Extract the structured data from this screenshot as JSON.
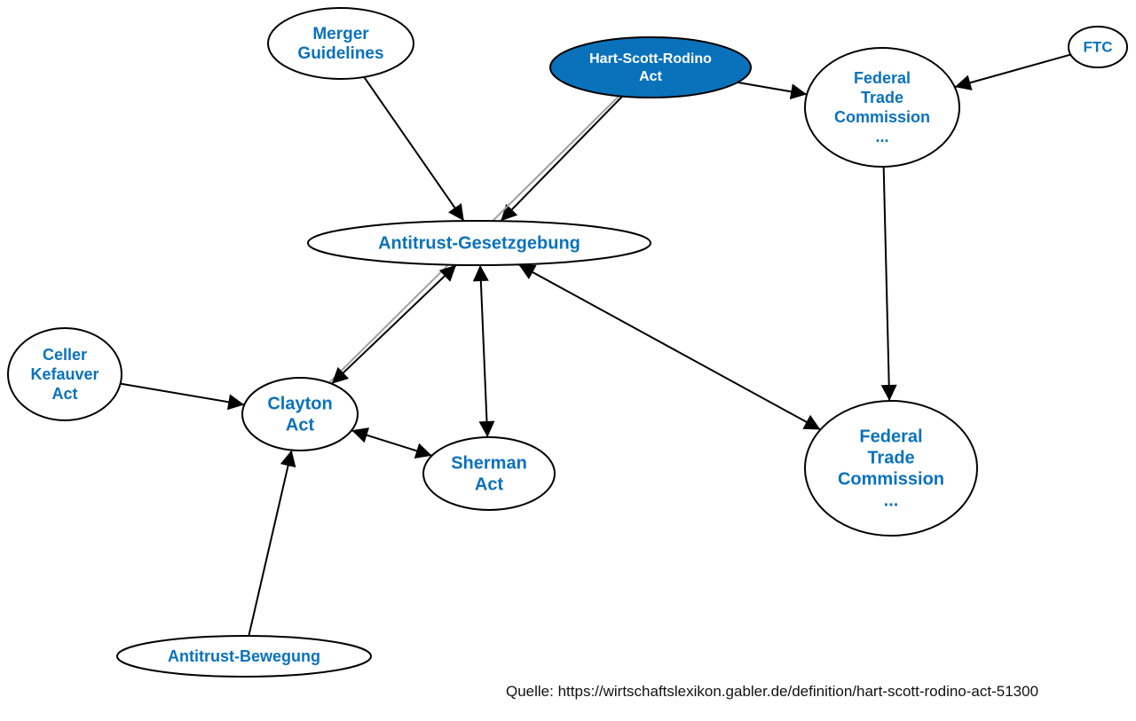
{
  "diagram": {
    "colors": {
      "node_text": "#0a72bb",
      "highlight_fill": "#0a72bb",
      "highlight_text": "#ffffff",
      "edge": "#000000",
      "edge_gray": "#a0a0a0",
      "node_fill": "#ffffff"
    },
    "nodes": [
      {
        "id": "merger",
        "lines": [
          "Merger",
          "Guidelines"
        ],
        "highlight": false
      },
      {
        "id": "hsr",
        "lines": [
          "Hart-Scott-Rodino",
          "Act"
        ],
        "highlight": true
      },
      {
        "id": "ftc_top",
        "lines": [
          "Federal",
          "Trade",
          "Commission",
          "..."
        ],
        "highlight": false
      },
      {
        "id": "ftc_abbr",
        "lines": [
          "FTC"
        ],
        "highlight": false
      },
      {
        "id": "antitrust_gesetz",
        "lines": [
          "Antitrust-Gesetzgebung"
        ],
        "highlight": false
      },
      {
        "id": "celler",
        "lines": [
          "Celler",
          "Kefauver",
          "Act"
        ],
        "highlight": false
      },
      {
        "id": "clayton",
        "lines": [
          "Clayton",
          "Act"
        ],
        "highlight": false
      },
      {
        "id": "sherman",
        "lines": [
          "Sherman",
          "Act"
        ],
        "highlight": false
      },
      {
        "id": "ftc_bottom",
        "lines": [
          "Federal",
          "Trade",
          "Commission",
          "..."
        ],
        "highlight": false
      },
      {
        "id": "bewegung",
        "lines": [
          "Antitrust-Bewegung"
        ],
        "highlight": false
      }
    ],
    "edges": [
      {
        "from": "merger",
        "to": "antitrust_gesetz",
        "direction": "forward"
      },
      {
        "from": "hsr",
        "to": "antitrust_gesetz",
        "direction": "forward"
      },
      {
        "from": "hsr",
        "to": "ftc_top",
        "direction": "forward"
      },
      {
        "from": "hsr",
        "to": "clayton",
        "direction": "highlight-line"
      },
      {
        "from": "ftc_abbr",
        "to": "ftc_top",
        "direction": "forward"
      },
      {
        "from": "ftc_top",
        "to": "ftc_bottom",
        "direction": "forward"
      },
      {
        "from": "antitrust_gesetz",
        "to": "clayton",
        "direction": "both"
      },
      {
        "from": "antitrust_gesetz",
        "to": "sherman",
        "direction": "both"
      },
      {
        "from": "antitrust_gesetz",
        "to": "ftc_bottom",
        "direction": "both"
      },
      {
        "from": "celler",
        "to": "clayton",
        "direction": "forward"
      },
      {
        "from": "clayton",
        "to": "sherman",
        "direction": "both"
      },
      {
        "from": "bewegung",
        "to": "clayton",
        "direction": "forward"
      }
    ]
  },
  "footer": {
    "source": "Quelle: https://wirtschaftslexikon.gabler.de/definition/hart-scott-rodino-act-51300"
  }
}
